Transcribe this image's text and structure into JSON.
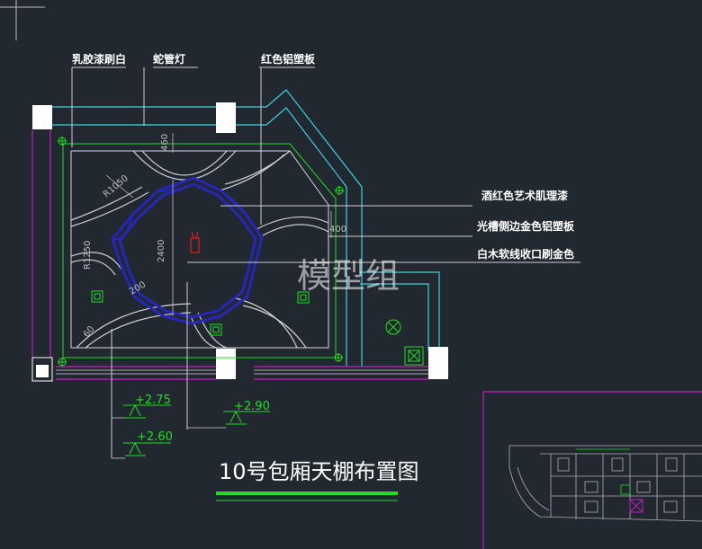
{
  "labels": {
    "latex_paint": "乳胶漆刷白",
    "tube_light": "蛇管灯",
    "red_al_panel": "红色铝塑板",
    "wine_red_paint": "酒红色艺术肌理漆",
    "slot_gold_panel": "光槽侧边金色铝塑板",
    "white_wood_trim": "白木软线收口刷金色"
  },
  "dimensions": {
    "d460": "460",
    "r1050": "R1050",
    "d2400": "2400",
    "r1250": "R1250",
    "d200": "200",
    "d60": "60",
    "d400": "400"
  },
  "levels": {
    "l275": "+2.75",
    "l260": "+2.60",
    "l290": "+2.90"
  },
  "title": "10号包厢天棚布置图",
  "watermark": "模型组",
  "colors": {
    "background": "#212830",
    "cyan": "#3fd0e0",
    "green": "#22dd22",
    "magenta": "#c020c0",
    "blue": "#2626b8",
    "red": "#e02020",
    "white": "#ffffff",
    "gray": "#b0b0b0"
  }
}
